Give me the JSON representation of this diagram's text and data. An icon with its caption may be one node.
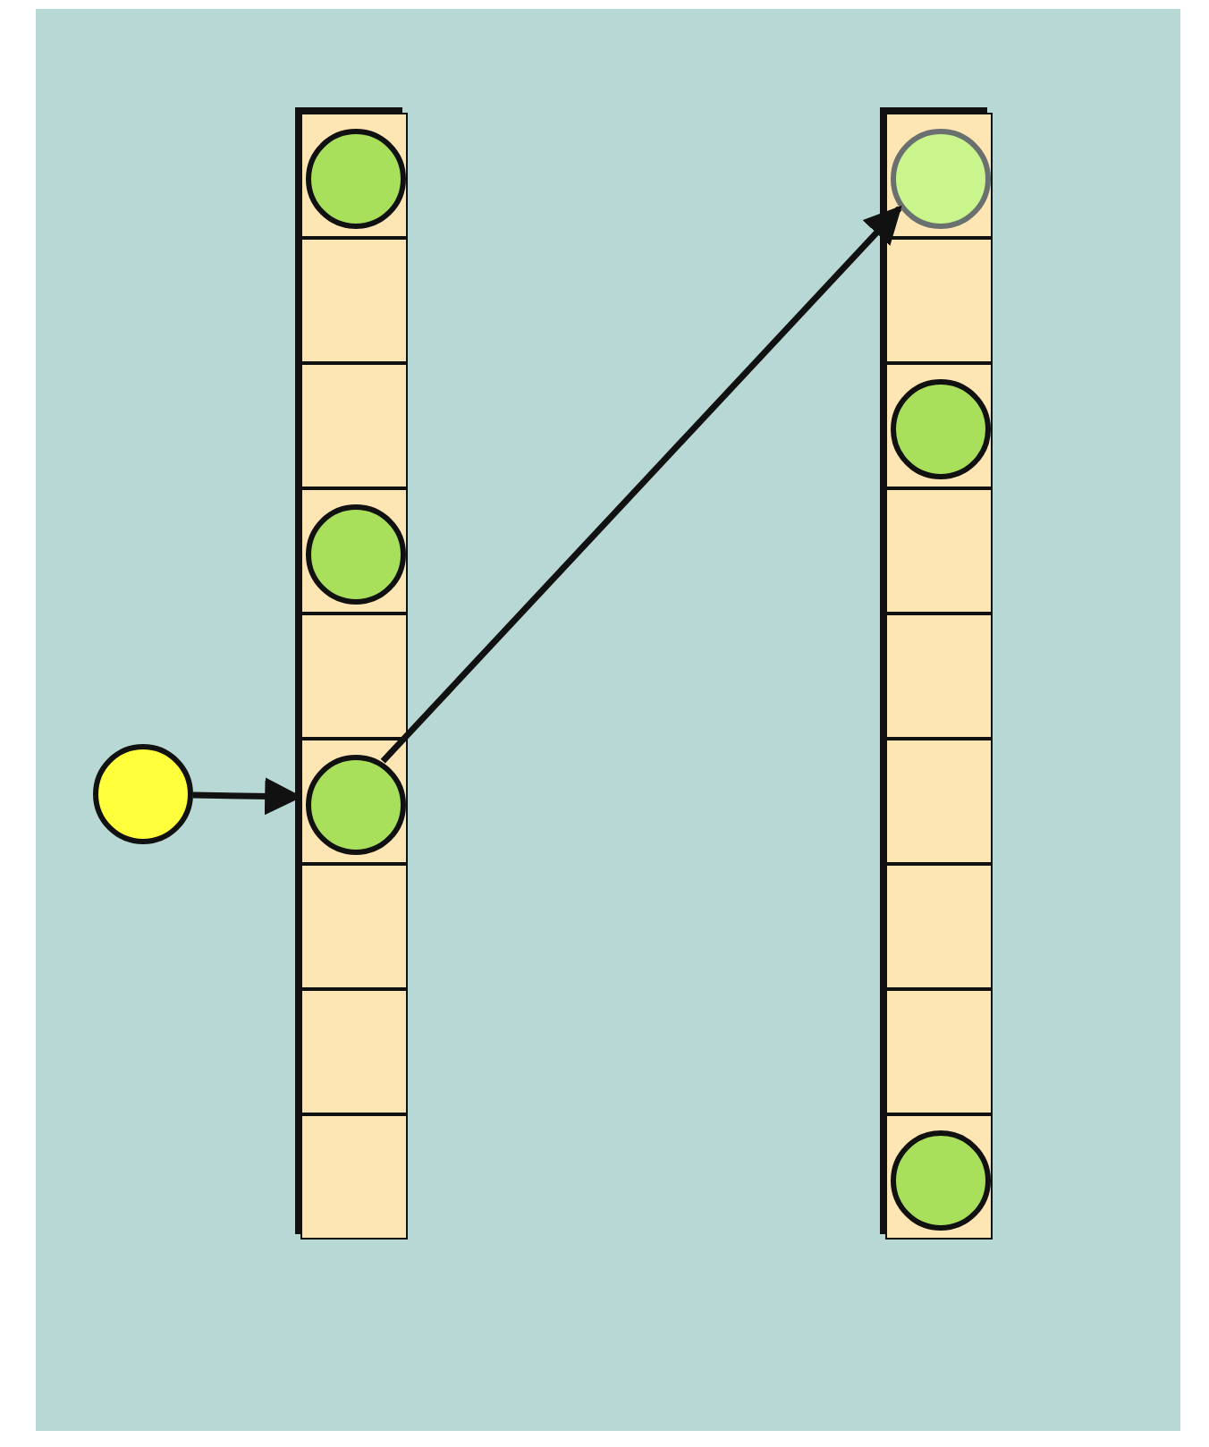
{
  "diagram": {
    "nodes": [
      {
        "text": [],
        "shape": "bar"
      },
      {
        "text": [],
        "shape": "box",
        "in": 0
      },
      {
        "text": [],
        "shape": "box",
        "in": 0
      },
      {
        "text": [],
        "shape": "box",
        "in": 0
      },
      {
        "text": [],
        "shape": "box",
        "in": 0
      },
      {
        "text": [],
        "shape": "box",
        "in": 0
      },
      {
        "text": [],
        "shape": "box",
        "in": 0
      },
      {
        "text": [],
        "shape": "box",
        "in": 0
      },
      {
        "text": [],
        "shape": "box",
        "in": 0
      },
      {
        "text": [],
        "shape": "box",
        "in": 0
      },
      {
        "text": [],
        "shape": "circle",
        "in": 1
      },
      {
        "text": [],
        "shape": "circle",
        "in": 4
      },
      {
        "text": [],
        "shape": "circle",
        "in": 6
      },
      {
        "text": [],
        "shape": "bar"
      },
      {
        "text": [],
        "shape": "box",
        "in": 13
      },
      {
        "text": [],
        "shape": "box",
        "in": 13
      },
      {
        "text": [],
        "shape": "box",
        "in": 13
      },
      {
        "text": [],
        "shape": "box",
        "in": 13
      },
      {
        "text": [],
        "shape": "box",
        "in": 13
      },
      {
        "text": [],
        "shape": "box",
        "in": 13
      },
      {
        "text": [],
        "shape": "box",
        "in": 13
      },
      {
        "text": [],
        "shape": "box",
        "in": 13
      },
      {
        "text": [],
        "shape": "box",
        "in": 13
      },
      {
        "text": [],
        "shape": "circle",
        "in": 14
      },
      {
        "text": [],
        "shape": "circle",
        "in": 16
      },
      {
        "text": [],
        "shape": "circle",
        "in": 22
      },
      {
        "text": [],
        "shape": "circle"
      }
    ],
    "edges": [
      {
        "from": 26,
        "to": 12,
        "arrow": "to"
      },
      {
        "from": 12,
        "to": 23,
        "arrow": "to"
      }
    ]
  }
}
